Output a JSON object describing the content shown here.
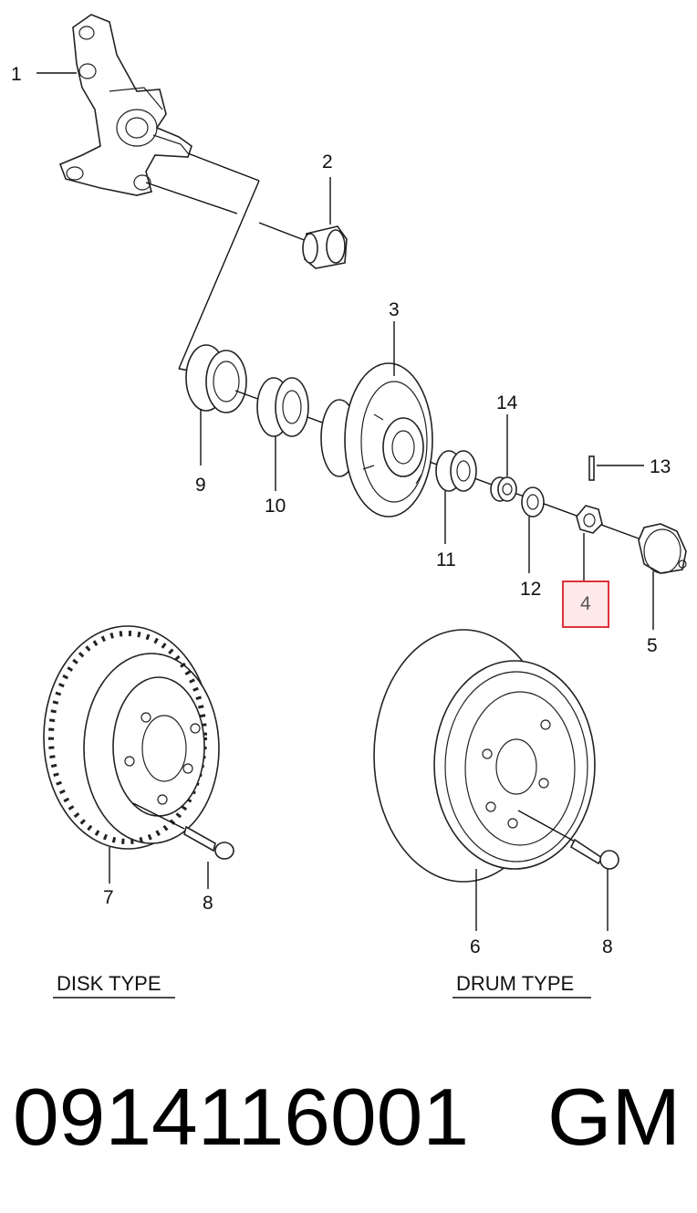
{
  "callouts": {
    "c1": "1",
    "c2": "2",
    "c3": "3",
    "c4": "4",
    "c5": "5",
    "c6": "6",
    "c7": "7",
    "c8a": "8",
    "c8b": "8",
    "c9": "9",
    "c10": "10",
    "c11": "11",
    "c12": "12",
    "c13": "13",
    "c14": "14"
  },
  "sections": {
    "disk": "DISK TYPE",
    "drum": "DRUM TYPE"
  },
  "footer": {
    "part_number": "0914116001",
    "brand": "GM"
  },
  "colors": {
    "highlight_border": "#e0303a",
    "highlight_fill": "#fde8ea"
  }
}
